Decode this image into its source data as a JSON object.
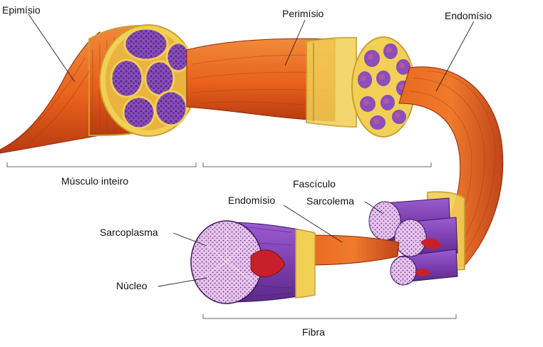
{
  "labels": {
    "epimisio": "Epimísio",
    "perimisio": "Perimísio",
    "endomisio_top": "Endomísio",
    "musculo_inteiro": "Músculo inteiro",
    "fasciculo": "Fascículo",
    "endomisio_mid": "Endomísio",
    "sarcolema": "Sarcolema",
    "sarcoplasma": "Sarcoplasma",
    "nucleo": "Núcleo",
    "fibra": "Fibra"
  },
  "colors": {
    "muscle": "#e8601c",
    "muscle_dark": "#b83a10",
    "epimysium_rim": "#f2cf55",
    "fascicle_fill": "#8a4fb8",
    "fiber_purple": "#7e3fb0",
    "sarcoplasm": "#dcb3e6",
    "nucleus": "#c8202a"
  }
}
